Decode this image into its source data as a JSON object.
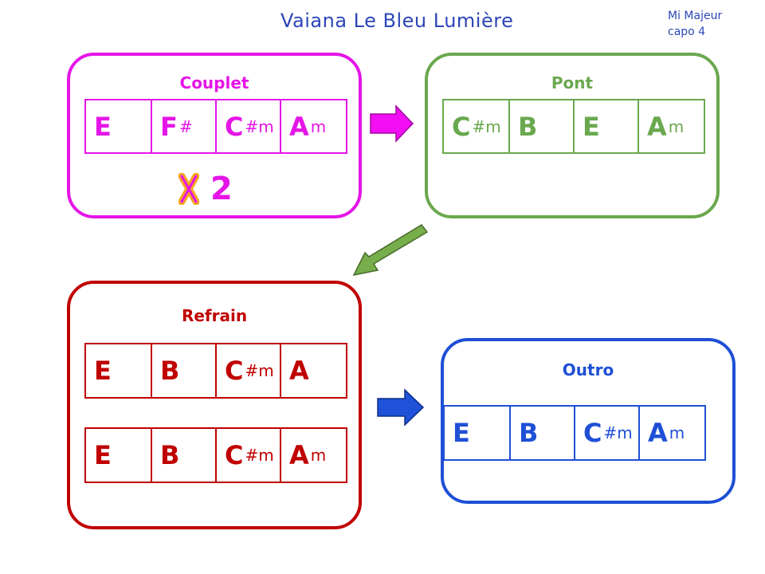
{
  "title": "Vaiana Le Bleu Lumière",
  "key": {
    "line1": "Mi Majeur",
    "line2": "capo 4"
  },
  "colors": {
    "couplet": "#e515e8",
    "pont": "#6aa84f",
    "refrain": "#c00000",
    "outro": "#1f4fd6",
    "title": "#2c46b8",
    "arrow_pink": "#f20ef2",
    "arrow_green": "#78ad4b",
    "arrow_blue": "#1f52d9"
  },
  "sections": {
    "couplet": {
      "title": "Couplet",
      "rows": [
        [
          {
            "root": "E",
            "suffix": ""
          },
          {
            "root": "F",
            "suffix": "#"
          },
          {
            "root": "C",
            "suffix": "#m"
          },
          {
            "root": "A",
            "suffix": "m"
          }
        ]
      ],
      "repeat": "2"
    },
    "pont": {
      "title": "Pont",
      "rows": [
        [
          {
            "root": "C",
            "suffix": "#m"
          },
          {
            "root": "B",
            "suffix": ""
          },
          {
            "root": "E",
            "suffix": ""
          },
          {
            "root": "A",
            "suffix": "m"
          }
        ]
      ]
    },
    "refrain": {
      "title": "Refrain",
      "rows": [
        [
          {
            "root": "E",
            "suffix": ""
          },
          {
            "root": "B",
            "suffix": ""
          },
          {
            "root": "C",
            "suffix": "#m"
          },
          {
            "root": "A",
            "suffix": ""
          }
        ],
        [
          {
            "root": "E",
            "suffix": ""
          },
          {
            "root": "B",
            "suffix": ""
          },
          {
            "root": "C",
            "suffix": "#m"
          },
          {
            "root": "A",
            "suffix": "m"
          }
        ]
      ]
    },
    "outro": {
      "title": "Outro",
      "rows": [
        [
          {
            "root": "E",
            "suffix": ""
          },
          {
            "root": "B",
            "suffix": ""
          },
          {
            "root": "C",
            "suffix": "#m"
          },
          {
            "root": "A",
            "suffix": "m"
          }
        ]
      ]
    }
  },
  "arrows": [
    {
      "name": "couplet-to-pont-arrow",
      "icon": "right-arrow-icon"
    },
    {
      "name": "pont-to-refrain-arrow",
      "icon": "down-left-arrow-icon"
    },
    {
      "name": "refrain-to-outro-arrow",
      "icon": "right-arrow-icon"
    }
  ]
}
